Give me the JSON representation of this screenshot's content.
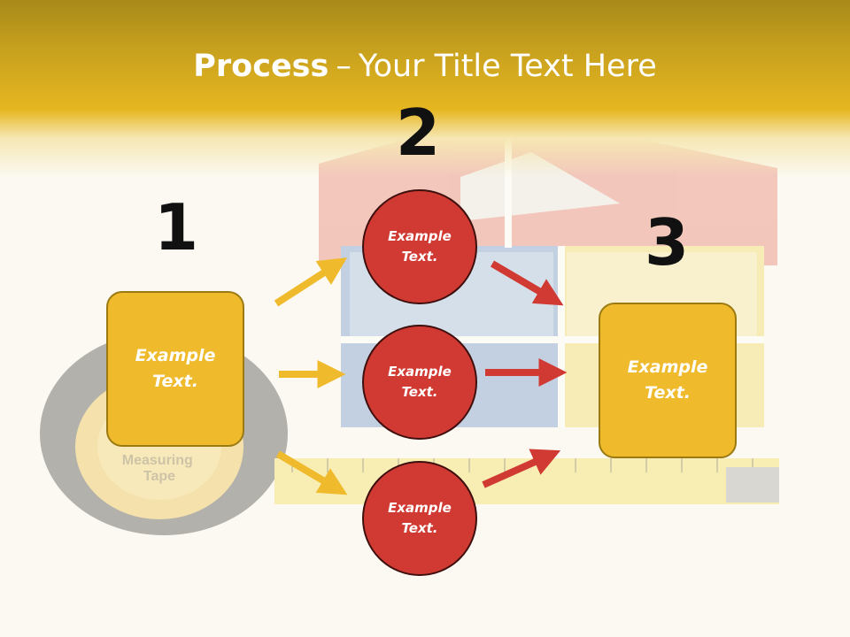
{
  "slide": {
    "title_bold": "Process",
    "title_separator": "–",
    "title_rest": "Your Title Text Here",
    "stages": [
      "1",
      "2",
      "3"
    ],
    "left_box": "Example\nText.",
    "circles": [
      "Example\nText.",
      "Example\nText.",
      "Example\nText."
    ],
    "right_box": "Example\nText.",
    "tape_label": "Measuring\nTape",
    "colors": {
      "header": "#e6b620",
      "box": "#efba2b",
      "circle": "#d13a33",
      "arrow_yellow": "#efba2b",
      "arrow_red": "#d13a33"
    }
  }
}
